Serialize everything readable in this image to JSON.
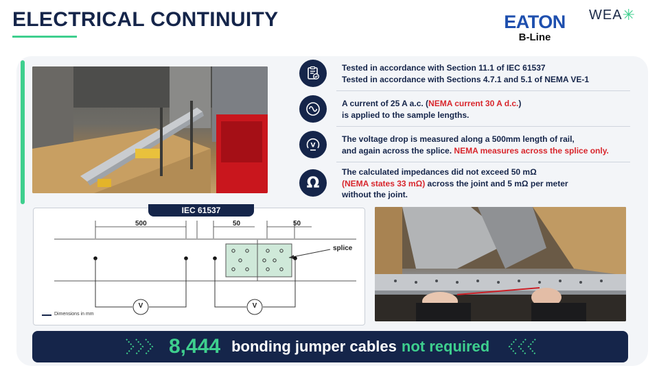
{
  "header": {
    "title": "ELECTRICAL CONTINUITY",
    "eaton_logo": "EATON",
    "eaton_sub": "B-Line",
    "wea_logo": "WEA"
  },
  "features": [
    {
      "icon": "clipboard-check-icon",
      "lines": [
        [
          {
            "text": "Tested in accordance with Section 11.1 of IEC 61537",
            "red": false
          }
        ],
        [
          {
            "text": "Tested in accordance with Sections 4.7.1 and 5.1 of NEMA VE-1",
            "red": false
          }
        ]
      ]
    },
    {
      "icon": "ac-wave-icon",
      "lines": [
        [
          {
            "text": "A current of 25 A a.c. (",
            "red": false
          },
          {
            "text": "NEMA current 30 A d.c.",
            "red": true
          },
          {
            "text": ")",
            "red": false
          }
        ],
        [
          {
            "text": "is applied to the sample lengths.",
            "red": false
          }
        ]
      ]
    },
    {
      "icon": "voltmeter-icon",
      "lines": [
        [
          {
            "text": "The voltage drop is measured along a 500mm length of rail,",
            "red": false
          }
        ],
        [
          {
            "text": "and again across the splice. ",
            "red": false
          },
          {
            "text": "NEMA measures across the splice only.",
            "red": true
          }
        ]
      ]
    },
    {
      "icon": "ohm-icon",
      "lines": [
        [
          {
            "text": "The calculated impedances did not exceed 50 mΩ",
            "red": false
          }
        ],
        [
          {
            "text": "(NEMA states 33 mΩ)",
            "red": true
          },
          {
            "text": " across the joint and 5 mΩ per meter",
            "red": false
          }
        ],
        [
          {
            "text": "without the joint.",
            "red": false
          }
        ]
      ]
    }
  ],
  "diagram": {
    "tab_label": "IEC 61537",
    "dim_500": "500",
    "dim_50_left": "50",
    "dim_50_right": "50",
    "splice_label": "splice",
    "voltmeter_symbol": "V",
    "legend": "Dimensions in mm"
  },
  "banner": {
    "number": "8,444",
    "text": "bonding jumper cables",
    "highlight": "not required"
  },
  "colors": {
    "navy": "#15254a",
    "accent_green": "#3ecf8e",
    "red": "#d8262c",
    "eaton_blue": "#1e4fae"
  }
}
